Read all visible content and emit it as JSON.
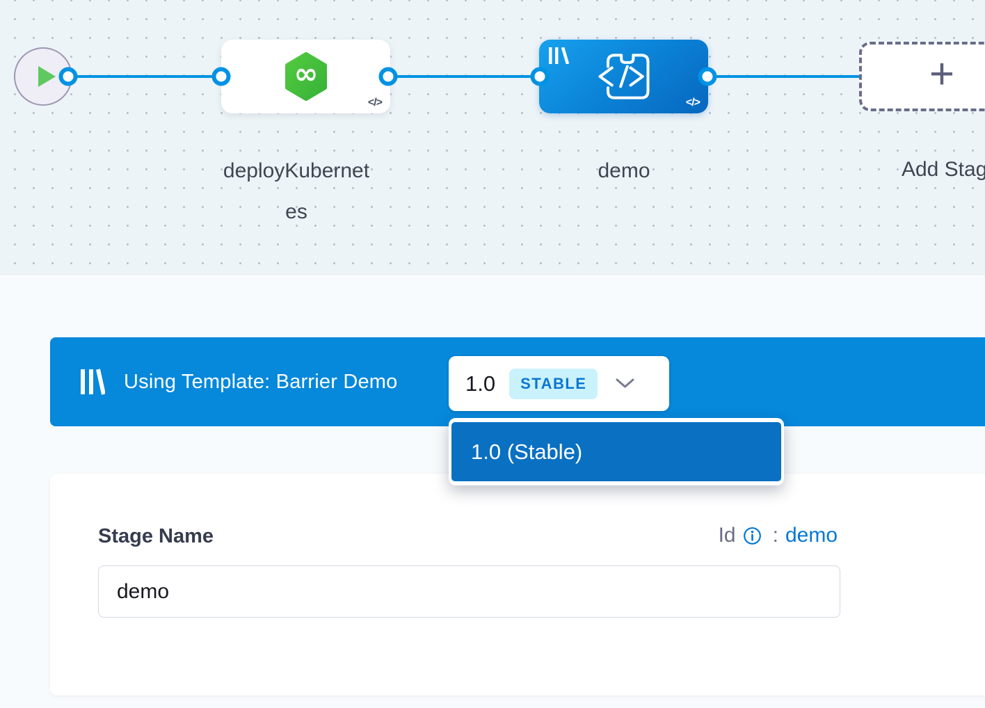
{
  "canvas": {
    "stages": {
      "deploy": {
        "label": "deployKubernetes"
      },
      "demo": {
        "label": "demo"
      }
    },
    "add_stage": {
      "label": "Add Stage",
      "plus_glyph": "+"
    },
    "code_badge": "</>",
    "infinity_glyph": "∞"
  },
  "template_banner": {
    "title": "Using Template: Barrier Demo",
    "version_button": {
      "version": "1.0",
      "badge": "STABLE"
    },
    "dropdown": {
      "selected_item": "1.0 (Stable)"
    }
  },
  "stage_form": {
    "name_label": "Stage Name",
    "name_value": "demo",
    "id_label": "Id",
    "id_separator": ":",
    "id_value": "demo"
  },
  "colors": {
    "edge_blue": "#0092e4",
    "banner_blue": "#0688db",
    "dropdown_item_blue": "#0a70c2",
    "badge_bg": "#c9f2fd",
    "badge_text": "#0d76d0",
    "link_blue": "#0278d5",
    "stage_green": "#45bd41",
    "canvas_bg": "#edf4f8"
  }
}
